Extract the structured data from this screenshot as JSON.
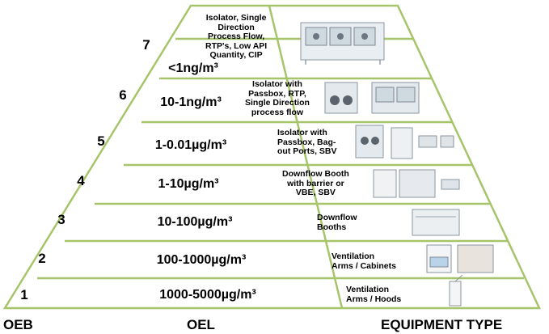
{
  "footer": {
    "oeb": "OEB",
    "oel": "OEL",
    "equipment_type": "EQUIPMENT TYPE"
  },
  "tiers": [
    {
      "oeb": "1",
      "oel": "1000-5000µg/m³",
      "equipment": "Ventilation\nArms / Hoods"
    },
    {
      "oeb": "2",
      "oel": "100-1000µg/m³",
      "equipment": "Ventilation\nArms / Cabinets"
    },
    {
      "oeb": "3",
      "oel": "10-100µg/m³",
      "equipment": "Downflow\nBooths"
    },
    {
      "oeb": "4",
      "oel": "1-10µg/m³",
      "equipment": "Downflow Booth\nwith barrier or\nVBE, SBV"
    },
    {
      "oeb": "5",
      "oel": "1-0.01µg/m³",
      "equipment": "Isolator with\nPassbox, Bag-\nout Ports, SBV"
    },
    {
      "oeb": "6",
      "oel": "10-1ng/m³",
      "equipment": "Isolator with\nPassbox, RTP,\nSingle Direction\nprocess flow"
    },
    {
      "oeb": "7",
      "oel": "<1ng/m³",
      "equipment": "Isolator, Single\nDirection\nProcess Flow,\nRTP's, Low API\nQuantity, CIP"
    }
  ],
  "colors": {
    "pyramid_stroke": "#a6c46a",
    "background": "#ffffff",
    "text": "#000000"
  }
}
